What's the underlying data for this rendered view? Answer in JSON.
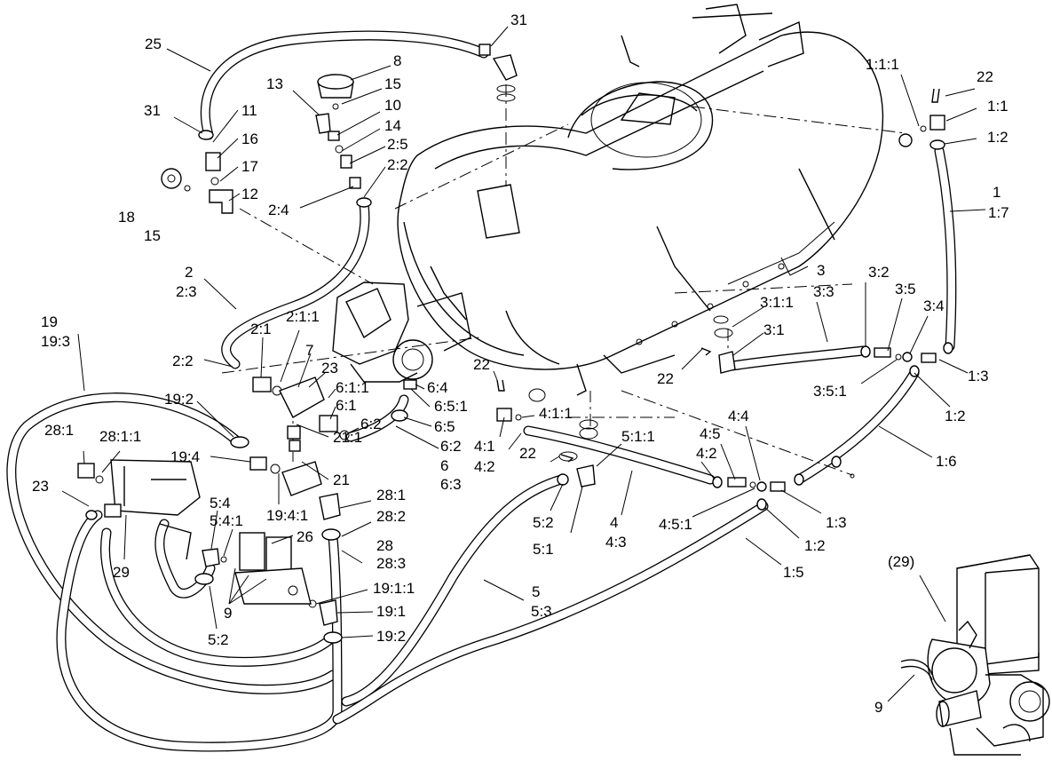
{
  "callouts": [
    {
      "id": "c31a",
      "text": "31"
    },
    {
      "id": "c25",
      "text": "25"
    },
    {
      "id": "c8",
      "text": "8"
    },
    {
      "id": "c13",
      "text": "13"
    },
    {
      "id": "c15a",
      "text": "15"
    },
    {
      "id": "c10",
      "text": "10"
    },
    {
      "id": "c14",
      "text": "14"
    },
    {
      "id": "c2_5",
      "text": "2:5"
    },
    {
      "id": "c2_2a",
      "text": "2:2"
    },
    {
      "id": "c2_4",
      "text": "2:4"
    },
    {
      "id": "c31b",
      "text": "31"
    },
    {
      "id": "c11",
      "text": "11"
    },
    {
      "id": "c16",
      "text": "16"
    },
    {
      "id": "c17",
      "text": "17"
    },
    {
      "id": "c12",
      "text": "12"
    },
    {
      "id": "c18",
      "text": "18"
    },
    {
      "id": "c15b",
      "text": "15"
    },
    {
      "id": "c2",
      "text": "2"
    },
    {
      "id": "c2_3",
      "text": "2:3"
    },
    {
      "id": "c19",
      "text": "19"
    },
    {
      "id": "c19_3",
      "text": "19:3"
    },
    {
      "id": "c2_1",
      "text": "2:1"
    },
    {
      "id": "c2_1_1",
      "text": "2:1:1"
    },
    {
      "id": "c2_2b",
      "text": "2:2"
    },
    {
      "id": "c7",
      "text": "7"
    },
    {
      "id": "c23a",
      "text": "23"
    },
    {
      "id": "c6_1_1",
      "text": "6:1:1"
    },
    {
      "id": "c6_1",
      "text": "6:1"
    },
    {
      "id": "c6_2a",
      "text": "6:2"
    },
    {
      "id": "c19_2a",
      "text": "19:2"
    },
    {
      "id": "c22a",
      "text": "22"
    },
    {
      "id": "c6_4",
      "text": "6:4"
    },
    {
      "id": "c6_5_1",
      "text": "6:5:1"
    },
    {
      "id": "c6_5",
      "text": "6:5"
    },
    {
      "id": "c6_2b",
      "text": "6:2"
    },
    {
      "id": "c6",
      "text": "6"
    },
    {
      "id": "c6_3",
      "text": "6:3"
    },
    {
      "id": "c4_1_1",
      "text": "4:1:1"
    },
    {
      "id": "c4_1",
      "text": "4:1"
    },
    {
      "id": "c4_2a",
      "text": "4:2"
    },
    {
      "id": "c21_1",
      "text": "21:1"
    },
    {
      "id": "c21",
      "text": "21"
    },
    {
      "id": "c28_1a",
      "text": "28:1"
    },
    {
      "id": "c28_1_1",
      "text": "28:1:1"
    },
    {
      "id": "c19_4",
      "text": "19:4"
    },
    {
      "id": "c23b",
      "text": "23"
    },
    {
      "id": "c19_4_1",
      "text": "19:4:1"
    },
    {
      "id": "c28_1b",
      "text": "28:1"
    },
    {
      "id": "c28_2",
      "text": "28:2"
    },
    {
      "id": "c5_4",
      "text": "5:4"
    },
    {
      "id": "c5_4_1",
      "text": "5:4:1"
    },
    {
      "id": "c26",
      "text": "26"
    },
    {
      "id": "c28",
      "text": "28"
    },
    {
      "id": "c28_3",
      "text": "28:3"
    },
    {
      "id": "c29",
      "text": "29"
    },
    {
      "id": "c9a",
      "text": "9"
    },
    {
      "id": "c19_1_1",
      "text": "19:1:1"
    },
    {
      "id": "c19_1",
      "text": "19:1"
    },
    {
      "id": "c5_2a",
      "text": "5:2"
    },
    {
      "id": "c19_2b",
      "text": "19:2"
    },
    {
      "id": "c22b",
      "text": "22"
    },
    {
      "id": "c5_1_1",
      "text": "5:1:1"
    },
    {
      "id": "c5_2b",
      "text": "5:2"
    },
    {
      "id": "c5_1",
      "text": "5:1"
    },
    {
      "id": "c4",
      "text": "4"
    },
    {
      "id": "c4_3",
      "text": "4:3"
    },
    {
      "id": "c5",
      "text": "5"
    },
    {
      "id": "c5_3",
      "text": "5:3"
    },
    {
      "id": "c4_2b",
      "text": "4:2"
    },
    {
      "id": "c4_5",
      "text": "4:5"
    },
    {
      "id": "c4_4",
      "text": "4:4"
    },
    {
      "id": "c4_5_1",
      "text": "4:5:1"
    },
    {
      "id": "c1_3a",
      "text": "1:3"
    },
    {
      "id": "c1_2a",
      "text": "1:2"
    },
    {
      "id": "c1_5",
      "text": "1:5"
    },
    {
      "id": "c1_6",
      "text": "1:6"
    },
    {
      "id": "c22c",
      "text": "22"
    },
    {
      "id": "c3",
      "text": "3"
    },
    {
      "id": "c3_3",
      "text": "3:3"
    },
    {
      "id": "c3_2",
      "text": "3:2"
    },
    {
      "id": "c3_5",
      "text": "3:5"
    },
    {
      "id": "c3_4",
      "text": "3:4"
    },
    {
      "id": "c3_1_1",
      "text": "3:1:1"
    },
    {
      "id": "c3_1",
      "text": "3:1"
    },
    {
      "id": "c3_5_1",
      "text": "3:5:1"
    },
    {
      "id": "c1_3b",
      "text": "1:3"
    },
    {
      "id": "c1_2b",
      "text": "1:2"
    },
    {
      "id": "c1_1_1",
      "text": "1:1:1"
    },
    {
      "id": "c22d",
      "text": "22"
    },
    {
      "id": "c1_1",
      "text": "1:1"
    },
    {
      "id": "c1_2c",
      "text": "1:2"
    },
    {
      "id": "c1",
      "text": "1"
    },
    {
      "id": "c1_7",
      "text": "1:7"
    },
    {
      "id": "c29p",
      "text": "(29)"
    },
    {
      "id": "c9b",
      "text": "9"
    }
  ]
}
